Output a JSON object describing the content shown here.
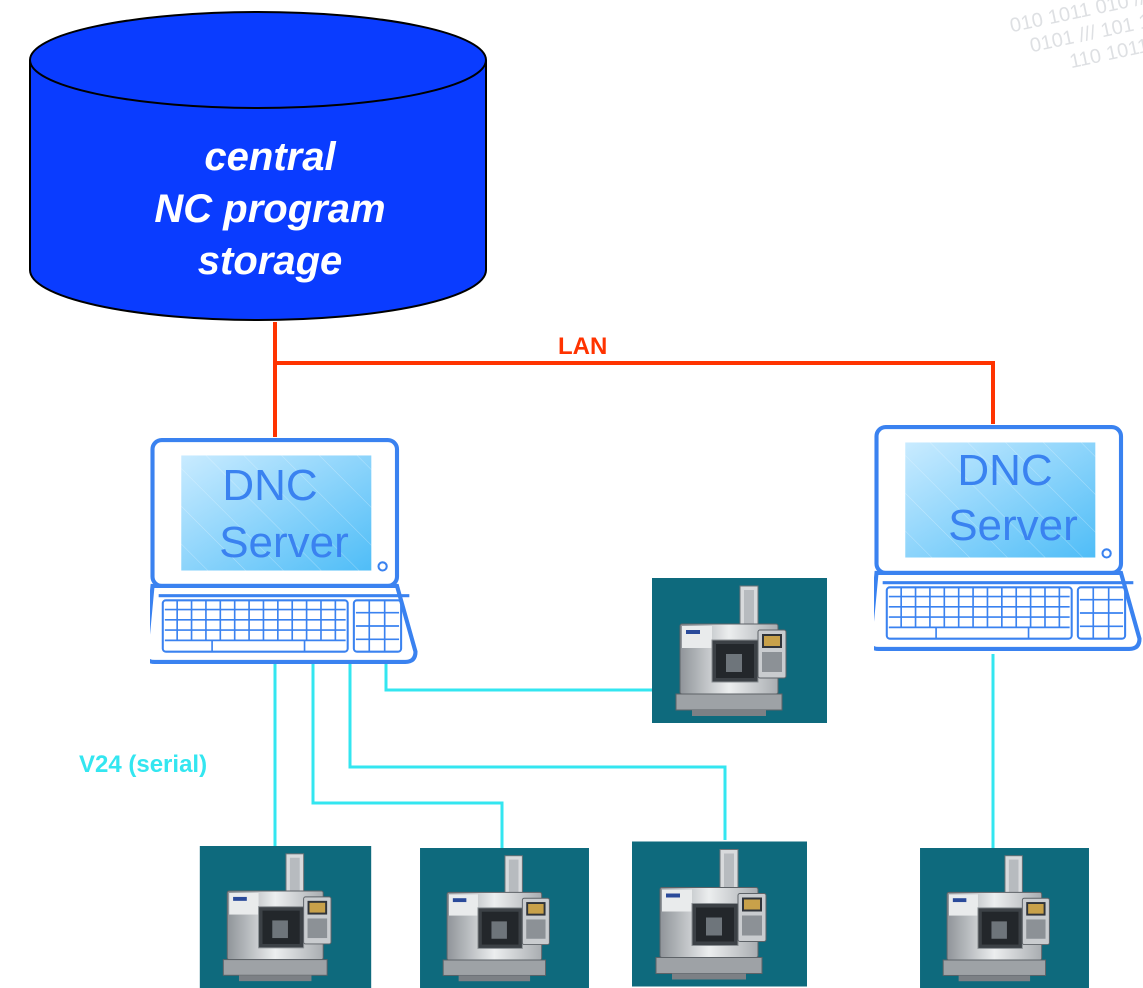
{
  "storage": {
    "label_lines": [
      "central",
      "NC program",
      "storage"
    ],
    "fill_color": "#0a3cff",
    "stroke_color": "#000000"
  },
  "network": {
    "lan_label": "LAN",
    "lan_color": "#ff3300",
    "serial_label": "V24 (serial)",
    "serial_color": "#33e6f0"
  },
  "servers": [
    {
      "id": "left",
      "label_lines": [
        "DNC",
        "Server"
      ]
    },
    {
      "id": "right",
      "label_lines": [
        "DNC",
        "Server"
      ]
    }
  ],
  "machines": {
    "count": 5,
    "background_color": "#0e6a7d",
    "icon": "cnc-milling-machine-icon"
  },
  "decoration": {
    "watermark": "binary-digits-watermark"
  }
}
